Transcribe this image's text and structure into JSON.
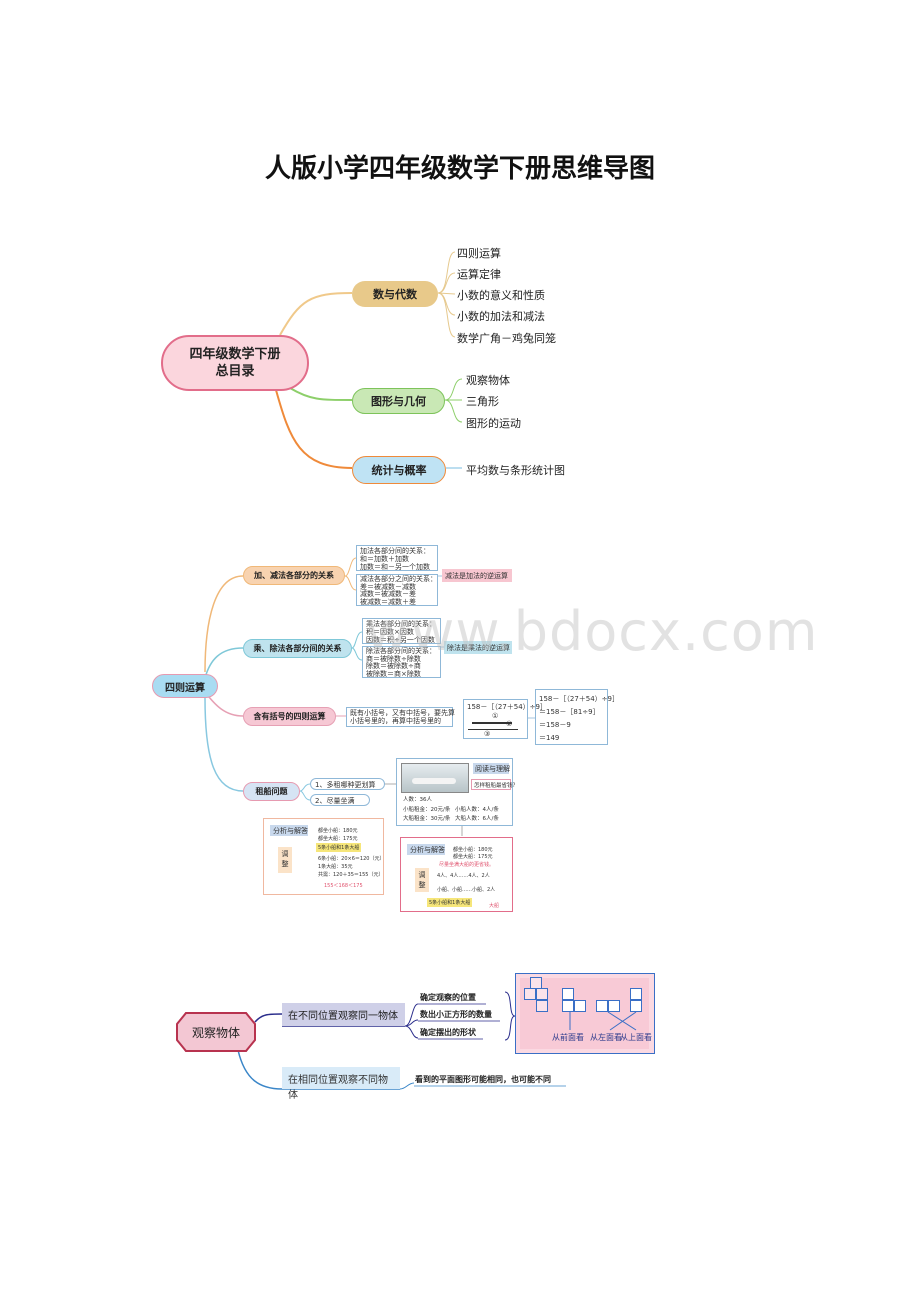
{
  "page": {
    "title": "人版小学四年级数学下册思维导图"
  },
  "map1": {
    "root": "四年级数学下册\n总目录",
    "branches": [
      {
        "label": "数与代数",
        "color": "#e8c98a",
        "items": [
          "四则运算",
          "运算定律",
          "小数的意义和性质",
          "小数的加法和减法",
          "数学广角－鸡兔同笼"
        ]
      },
      {
        "label": "图形与几何",
        "color": "#b9e0a5",
        "items": [
          "观察物体",
          "三角形",
          "图形的运动"
        ]
      },
      {
        "label": "统计与概率",
        "color": "#a9d8f0",
        "items": [
          "平均数与条形统计图"
        ]
      }
    ]
  },
  "map2": {
    "root": "四则运算",
    "branches": [
      {
        "label": "加、减法各部分的关系"
      },
      {
        "label": "乘、除法各部分间的关系"
      },
      {
        "label": "含有括号的四则运算"
      },
      {
        "label": "租船问题"
      }
    ],
    "add_box1": [
      "加法各部分间的关系：",
      "和＝加数＋加数",
      "加数＝和－另一个加数"
    ],
    "add_box2": [
      "减法各部分之间的关系：",
      "差＝被减数－减数",
      "减数＝被减数－差",
      "被减数＝减数＋差"
    ],
    "add_note": "减法是加法的逆运算",
    "mul_box1": [
      "乘法各部分间的关系：",
      "积＝因数×因数",
      "因数＝积÷另一个因数"
    ],
    "mul_box2": [
      "除法各部分间的关系：",
      "商＝被除数÷除数",
      "除数＝被除数÷商",
      "被除数＝商×除数"
    ],
    "mul_note": "除法是乘法的逆运算",
    "bracket_rule": [
      "既有小括号，又有中括号，要先算",
      "小括号里的，再算中括号里的"
    ],
    "bracket_expr": "158－［（27＋54）÷9］",
    "bracket_marks": [
      "①",
      "②",
      "③"
    ],
    "bracket_steps": [
      "158－［（27＋54）÷9］",
      "＝158－［81÷9］",
      "＝158－9",
      "＝149"
    ],
    "boat_items": [
      "1、多租哪种更划算",
      "2、尽量坐满"
    ],
    "boat_read": "阅读与理解",
    "boat_question": "怎样租船最省钱？",
    "boat_info": [
      "人数：36人",
      "小船租金：20元/条",
      "大船租金：30元/条",
      "小船人数：4人/条",
      "大船人数：6人/条"
    ],
    "analysis_title": "分析与解答",
    "analysis_tag": "调整",
    "analysis_left": [
      "都坐小船：180元",
      "都坐大船：175元",
      "5条小船和1条大船",
      "6条小船：20×6＝120（元）",
      "1条大船：35元",
      "共需：120＋35＝155（元）",
      "155＜168＜175"
    ],
    "analysis_right": [
      "都坐小船：180元",
      "都坐大船：175元",
      "尽量坐满大船的更省钱。",
      "4人、4人……4人、2人",
      "小船、小船……小船、2人",
      "5条小船和1条大船",
      "大船"
    ]
  },
  "map3": {
    "root": "观察物体",
    "branches": [
      {
        "label": "在不同位置观察同一物体",
        "items": [
          "确定观察的位置",
          "数出小正方形的数量",
          "确定摆出的形状"
        ]
      },
      {
        "label": "在相同位置观察不同物体",
        "items": [
          "看到的平面图形可能相同，也可能不同"
        ]
      }
    ],
    "view_labels": [
      "从前面看",
      "从左面看",
      "从上面看"
    ]
  },
  "watermark": "www.bdocx.com"
}
